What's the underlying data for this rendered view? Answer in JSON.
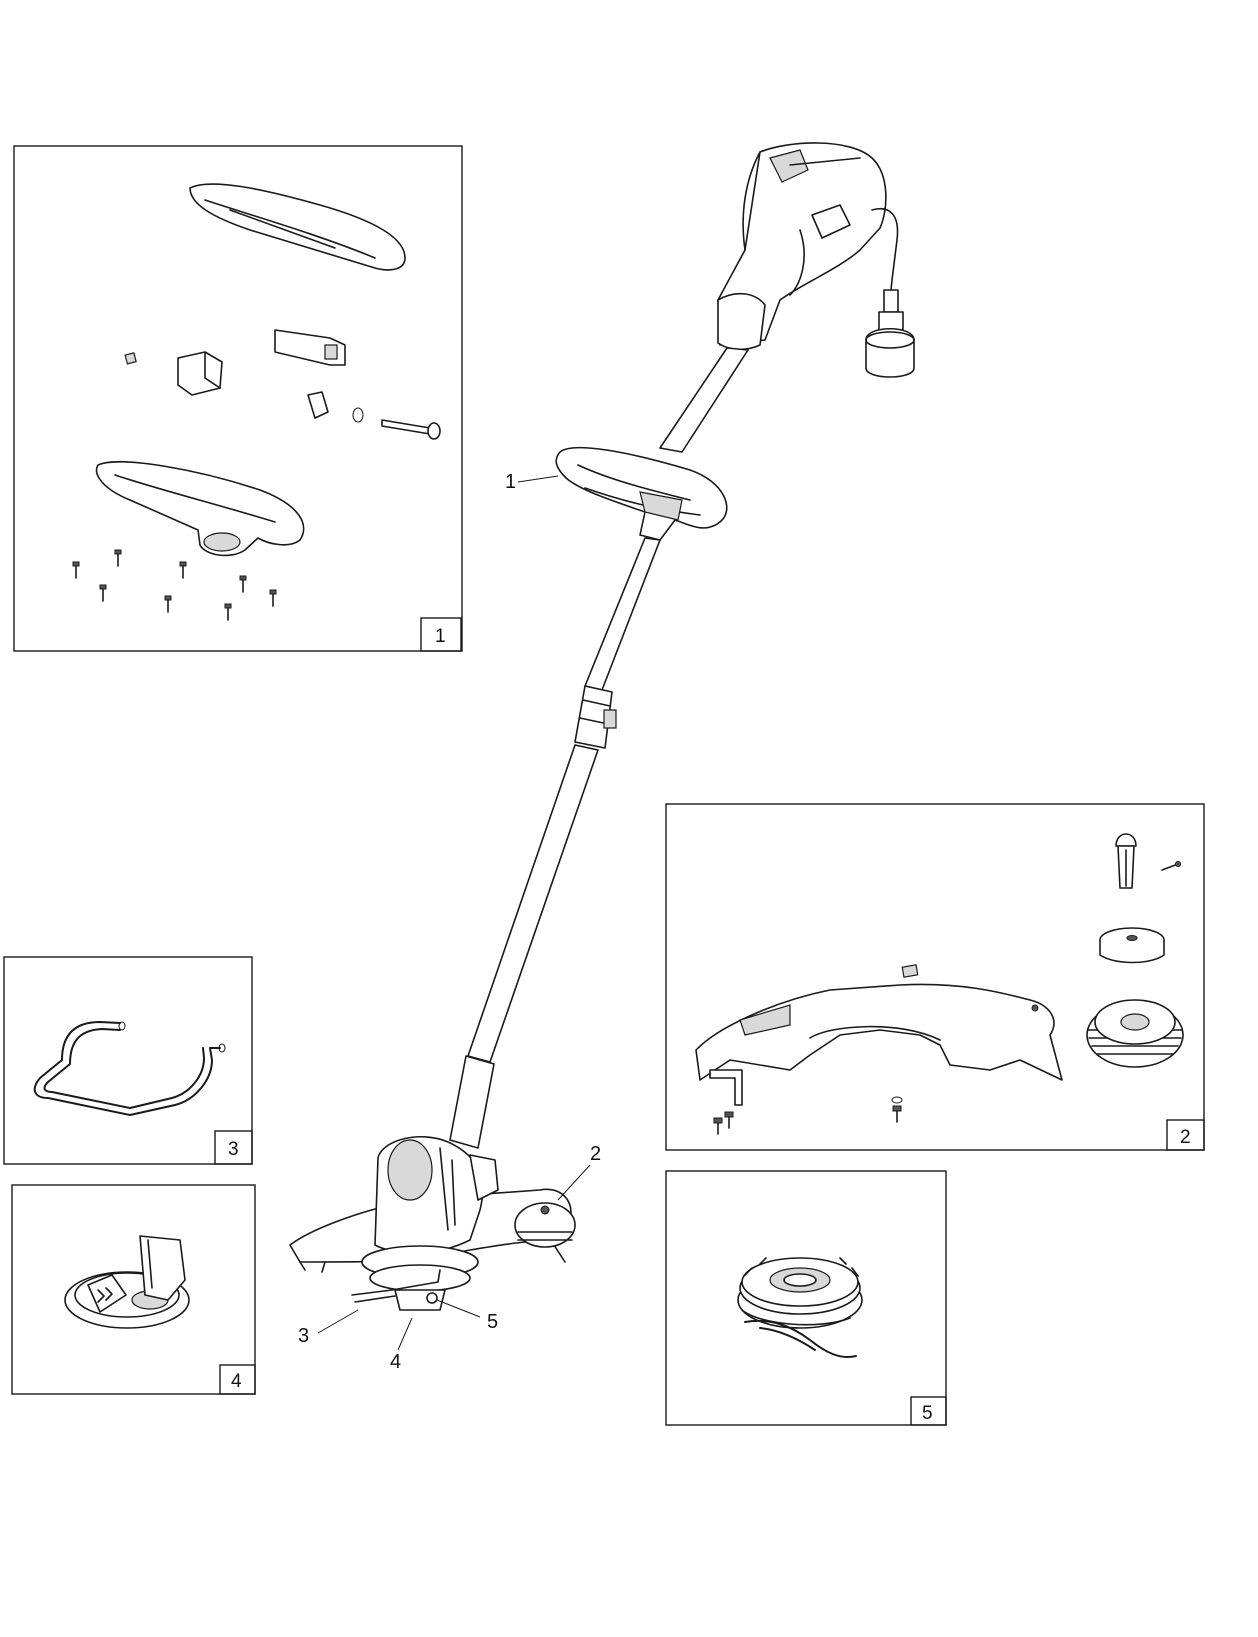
{
  "callouts": [
    {
      "label": "1"
    },
    {
      "label": "2"
    },
    {
      "label": "3"
    },
    {
      "label": "4"
    },
    {
      "label": "5"
    }
  ],
  "detail_panels": [
    {
      "label": "1"
    },
    {
      "label": "2"
    },
    {
      "label": "3"
    },
    {
      "label": "4"
    },
    {
      "label": "5"
    }
  ]
}
